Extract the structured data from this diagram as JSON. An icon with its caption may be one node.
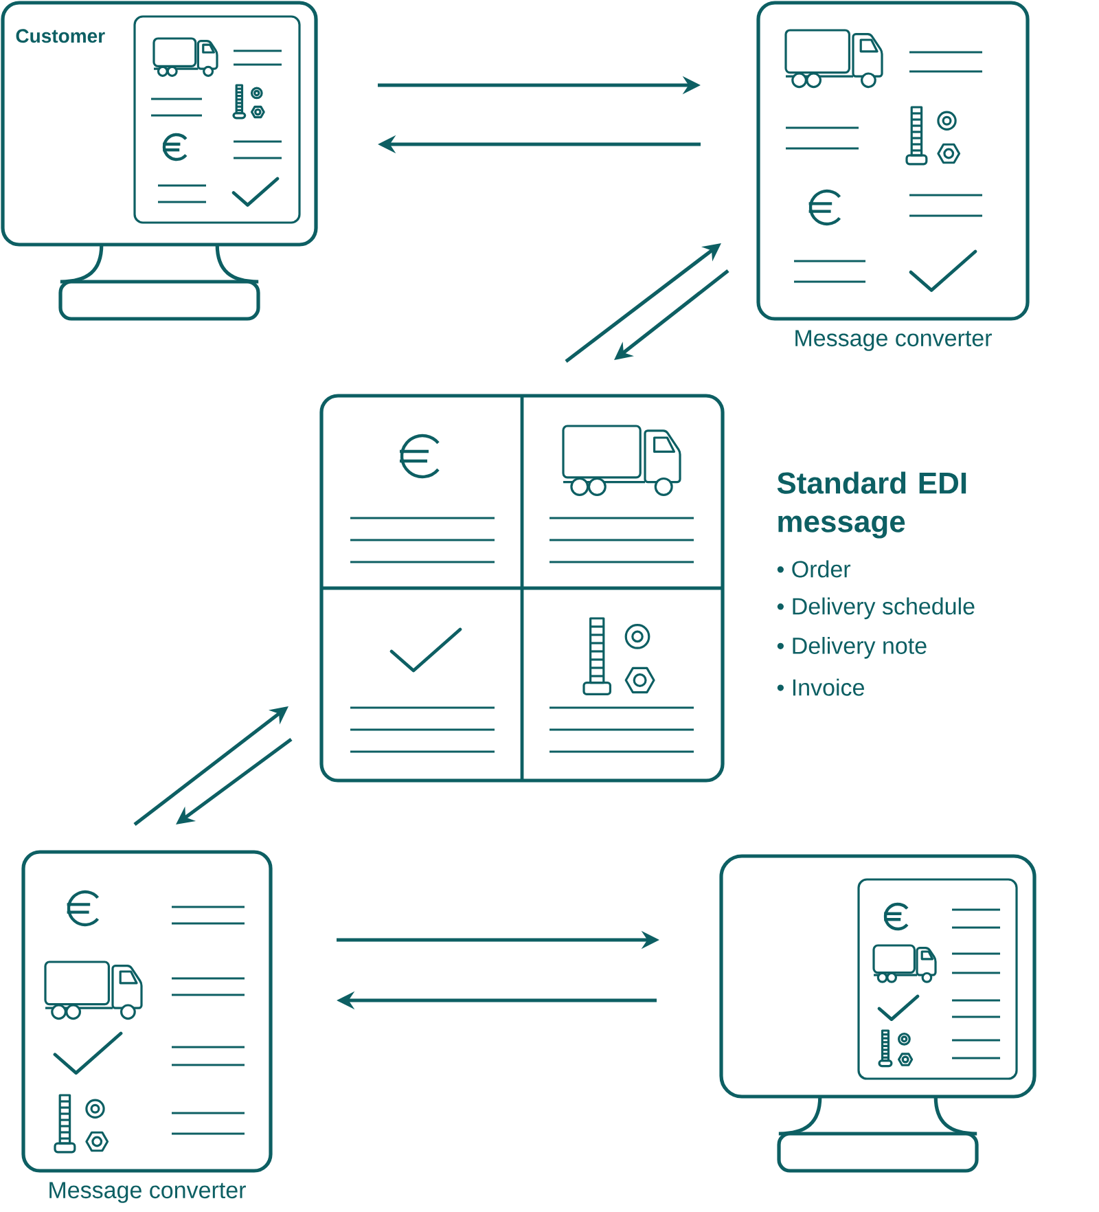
{
  "diagram": {
    "nodes": [
      {
        "text": [
          "Customer"
        ]
      },
      {
        "text": [],
        "shape": "box",
        "beside": [
          "Message converter"
        ]
      },
      {
        "text": [],
        "shape": "box",
        "beside": [
          "Standard EDI message",
          "• Order",
          "• Delivery schedule",
          "• Delivery note",
          "• Invoice"
        ]
      },
      {
        "text": [],
        "shape": "box",
        "beside": [
          "Message converter"
        ]
      },
      {
        "text": [],
        "shape": "monitor"
      }
    ],
    "edges": [
      {
        "from": 0,
        "to": 1,
        "arrow": "to"
      },
      {
        "from": 1,
        "to": 0,
        "arrow": "to"
      },
      {
        "from": 2,
        "to": 1,
        "arrow": "to"
      },
      {
        "from": 1,
        "to": 2,
        "arrow": "to"
      },
      {
        "from": 3,
        "to": 2,
        "arrow": "to"
      },
      {
        "from": 2,
        "to": 3,
        "arrow": "to"
      },
      {
        "from": 3,
        "to": 4,
        "arrow": "to"
      },
      {
        "from": 4,
        "to": 3,
        "arrow": "to"
      }
    ]
  }
}
